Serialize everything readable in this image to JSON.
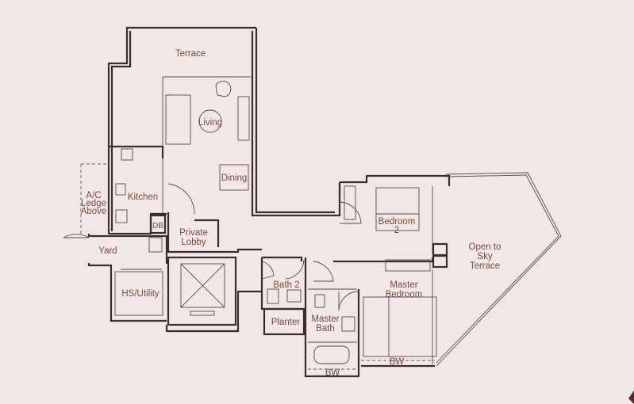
{
  "floor_plan": {
    "rooms": {
      "terrace": "Terrace",
      "living": "Living",
      "dining": "Dining",
      "kitchen": "Kitchen",
      "ac_ledge": [
        "A/C",
        "Ledge",
        "Above"
      ],
      "db": "DB",
      "private_lobby": [
        "Private",
        "Lobby"
      ],
      "yard": "Yard",
      "hs_utility": "HS/Utility",
      "bath2": "Bath 2",
      "planter": "Planter",
      "master_bath": [
        "Master",
        "Bath"
      ],
      "bedroom2": [
        "Bedroom",
        "2"
      ],
      "master_bedroom": [
        "Master",
        "Bedroom"
      ],
      "open_terrace": [
        "Open to",
        "Sky",
        "Terrace"
      ],
      "bw_master_bedroom": "BW",
      "bw_master_bath": "BW"
    },
    "colors": {
      "background": "#f2e7e7",
      "walls": "#3b2d2d",
      "labels": "#7a4a3c"
    }
  }
}
